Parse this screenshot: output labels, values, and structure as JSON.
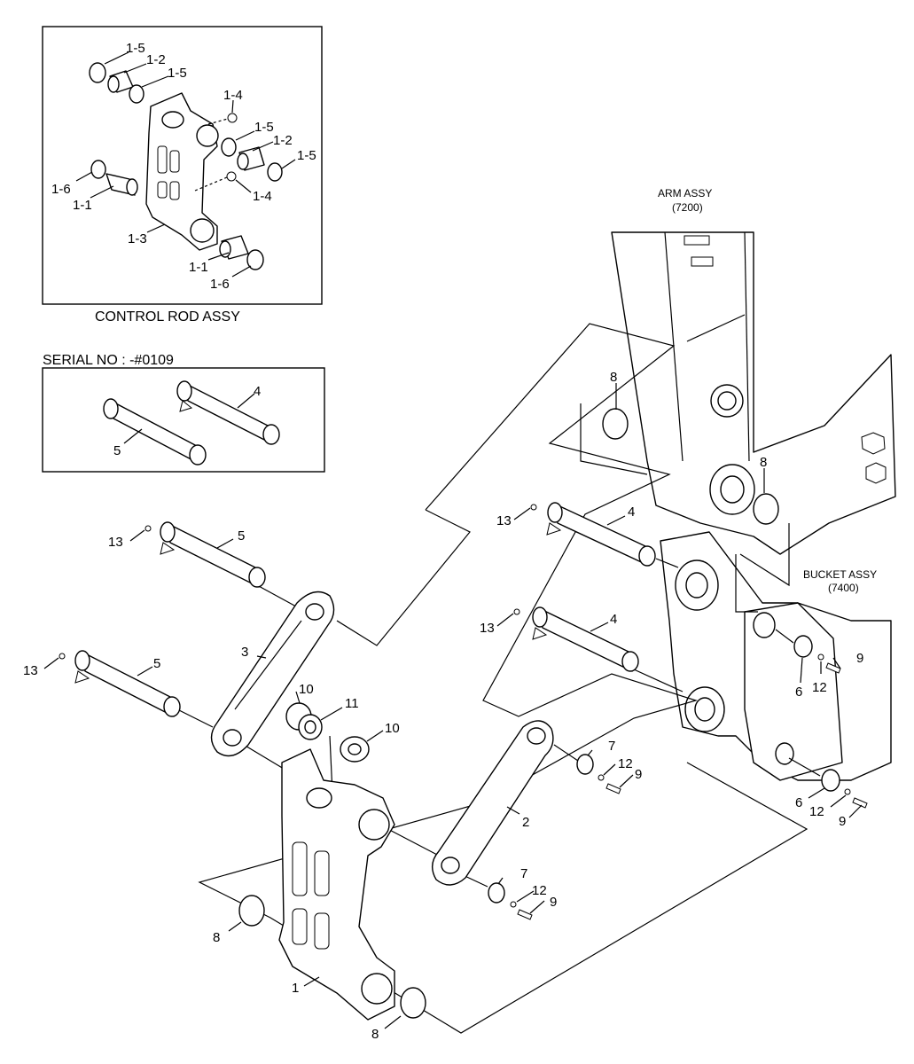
{
  "inset_control_rod": {
    "caption": "CONTROL ROD ASSY",
    "labels": {
      "l1_5a": "1-5",
      "l1_2a": "1-2",
      "l1_5b": "1-5",
      "l1_4a": "1-4",
      "l1_5c": "1-5",
      "l1_2b": "1-2",
      "l1_5d": "1-5",
      "l1_6a": "1-6",
      "l1_1a": "1-1",
      "l1_4b": "1-4",
      "l1_3": "1-3",
      "l1_1b": "1-1",
      "l1_6b": "1-6"
    }
  },
  "inset_serial": {
    "title": "SERIAL NO : -#0109",
    "labels": {
      "l4": "4",
      "l5": "5"
    }
  },
  "main": {
    "arm_assy": {
      "name": "ARM ASSY",
      "code": "(7200)"
    },
    "bucket_assy": {
      "name": "BUCKET ASSY",
      "code": "(7400)"
    },
    "labels": {
      "n8_top": "8",
      "n8_right": "8",
      "n13_a": "13",
      "n4_a": "4",
      "n13_b": "13",
      "n4_b": "4",
      "n13_c": "13",
      "n5_a": "5",
      "n13_d": "13",
      "n5_b": "5",
      "n3": "3",
      "n10_a": "10",
      "n11": "11",
      "n10_b": "10",
      "n9_a": "9",
      "n12_a": "12",
      "n6_a": "6",
      "n7_a": "7",
      "n12_b": "12",
      "n9_b": "9",
      "n2": "2",
      "n6_b": "6",
      "n12_c": "12",
      "n9_c": "9",
      "n7_b": "7",
      "n12_d": "12",
      "n9_d": "9",
      "n8_left": "8",
      "n1": "1",
      "n8_bottom": "8"
    }
  }
}
